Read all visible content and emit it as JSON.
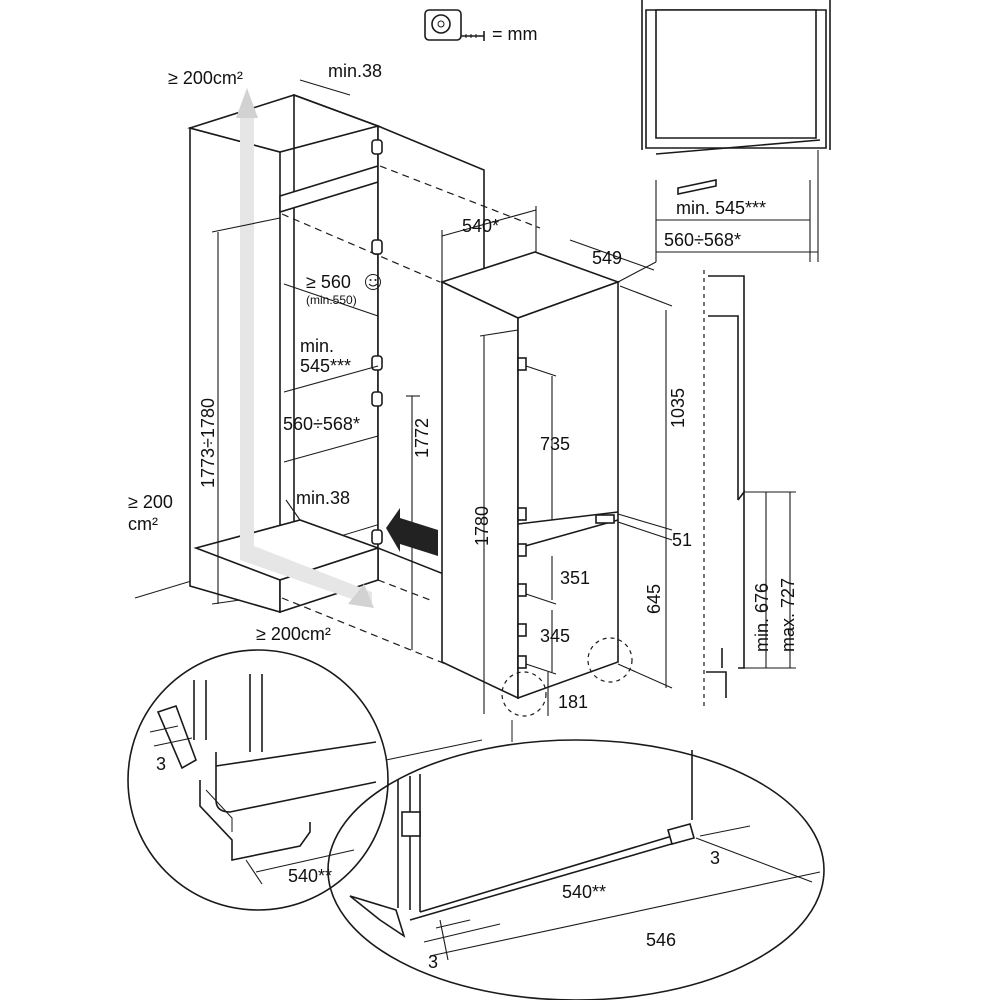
{
  "legend": {
    "unit_text": "= mm",
    "icon": "tape-measure-icon"
  },
  "cabinet": {
    "vent_top": "≥ 200cm²",
    "side_gap_top": "min.38",
    "depth_min": "≥ 560",
    "depth_min_alt": "(min.550)",
    "smile_icon": "smile-icon",
    "inner_min_line1": "min.",
    "inner_min_line2": "545***",
    "inner_range": "560÷568*",
    "height_range": "1773÷1780",
    "height_opening": "1772",
    "vent_left_line1": "≥ 200",
    "vent_left_line2": "cm²",
    "side_gap_bottom": "min.38",
    "vent_bottom": "≥ 200cm²"
  },
  "appliance": {
    "width": "540*",
    "depth": "549",
    "height": "1780",
    "upper_section": "1035",
    "upper_hinge": "735",
    "gap": "51",
    "lower_section": "645",
    "lower_hinge_1": "351",
    "lower_hinge_2": "345",
    "base": "181",
    "insert_arrow_icon": "insert-arrow-icon"
  },
  "top_view": {
    "min_width": "min. 545***",
    "range_width": "560÷568*"
  },
  "side_view": {
    "door_min": "min. 676",
    "door_max": "max. 727"
  },
  "detail_left": {
    "gap": "3",
    "width": "540**"
  },
  "detail_right": {
    "gap_top": "3",
    "width": "540**",
    "total_width": "546",
    "gap_bottom": "3"
  }
}
